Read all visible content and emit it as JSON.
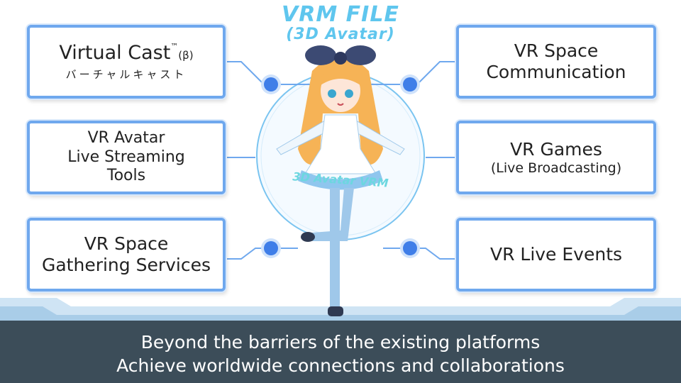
{
  "title": {
    "line1": "VRM FILE",
    "line2": "(3D Avatar)"
  },
  "boxes": {
    "virtual_cast": {
      "name": "Virtual Cast",
      "tm": "™",
      "beta": "(β)",
      "kana": "バーチャルキャスト"
    },
    "live_streaming": {
      "line1": "VR Avatar",
      "line2": "Live Streaming",
      "line3": "Tools"
    },
    "gathering": {
      "line1": "VR Space",
      "line2": "Gathering Services"
    },
    "communication": {
      "line1": "VR Space",
      "line2": "Communication"
    },
    "games": {
      "line1": "VR Games",
      "line2": "(Live Broadcasting)"
    },
    "live_events": {
      "line1": "VR Live Events"
    }
  },
  "ring_text": "3D Avatar  VRM",
  "slogan": {
    "line1": "Beyond the barriers of the existing platforms",
    "line2": "Achieve worldwide connections and collaborations"
  },
  "colors": {
    "accent": "#3f7ee8",
    "border": "#6fa8ee",
    "title": "#5fc6ee",
    "footer": "#3c4d59"
  }
}
